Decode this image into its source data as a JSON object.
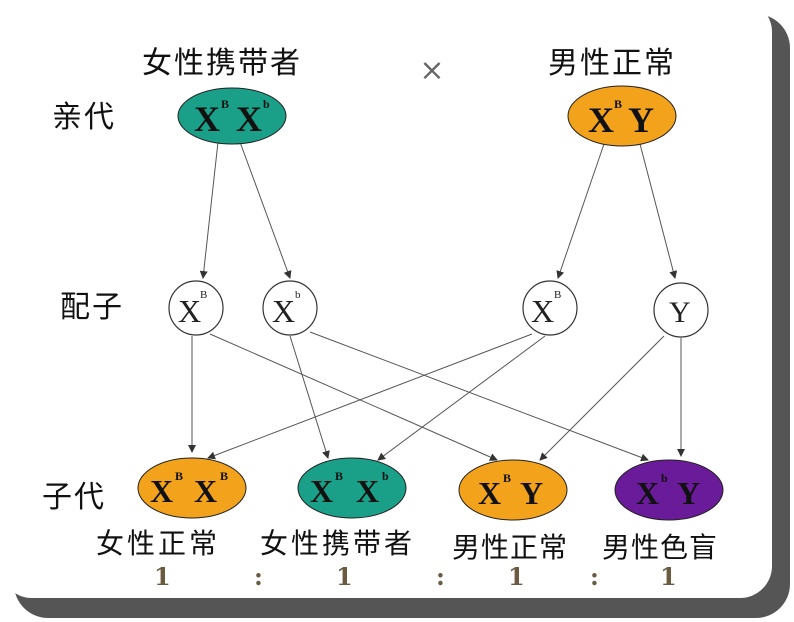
{
  "parents": {
    "row_label": "亲代",
    "female": {
      "label": "女性携带者",
      "genotype_base": "X",
      "sup1": "B",
      "sup2": "b",
      "color": "#1aa088"
    },
    "male": {
      "label": "男性正常",
      "genotype_base": "X",
      "sup1": "B",
      "tail": "Y",
      "color": "#f3a21c"
    },
    "cross_symbol": "×"
  },
  "gametes": {
    "row_label": "配子",
    "items": [
      {
        "base": "X",
        "sup": "B"
      },
      {
        "base": "X",
        "sup": "b"
      },
      {
        "base": "X",
        "sup": "B"
      },
      {
        "base": "Y",
        "sup": ""
      }
    ]
  },
  "offspring": {
    "row_label": "子代",
    "items": [
      {
        "label": "女性正常",
        "sup1": "B",
        "sup2": "B",
        "tail": "",
        "color": "#f3a21c"
      },
      {
        "label": "女性携带者",
        "sup1": "B",
        "sup2": "b",
        "tail": "",
        "color": "#1aa088"
      },
      {
        "label": "男性正常",
        "sup1": "B",
        "sup2": "",
        "tail": "Y",
        "color": "#f3a21c"
      },
      {
        "label": "男性色盲",
        "sup1": "b",
        "sup2": "",
        "tail": "Y",
        "color": "#6a1b9a"
      }
    ],
    "ratio": [
      "1",
      ":",
      "1",
      ":",
      "1",
      ":",
      "1"
    ]
  }
}
